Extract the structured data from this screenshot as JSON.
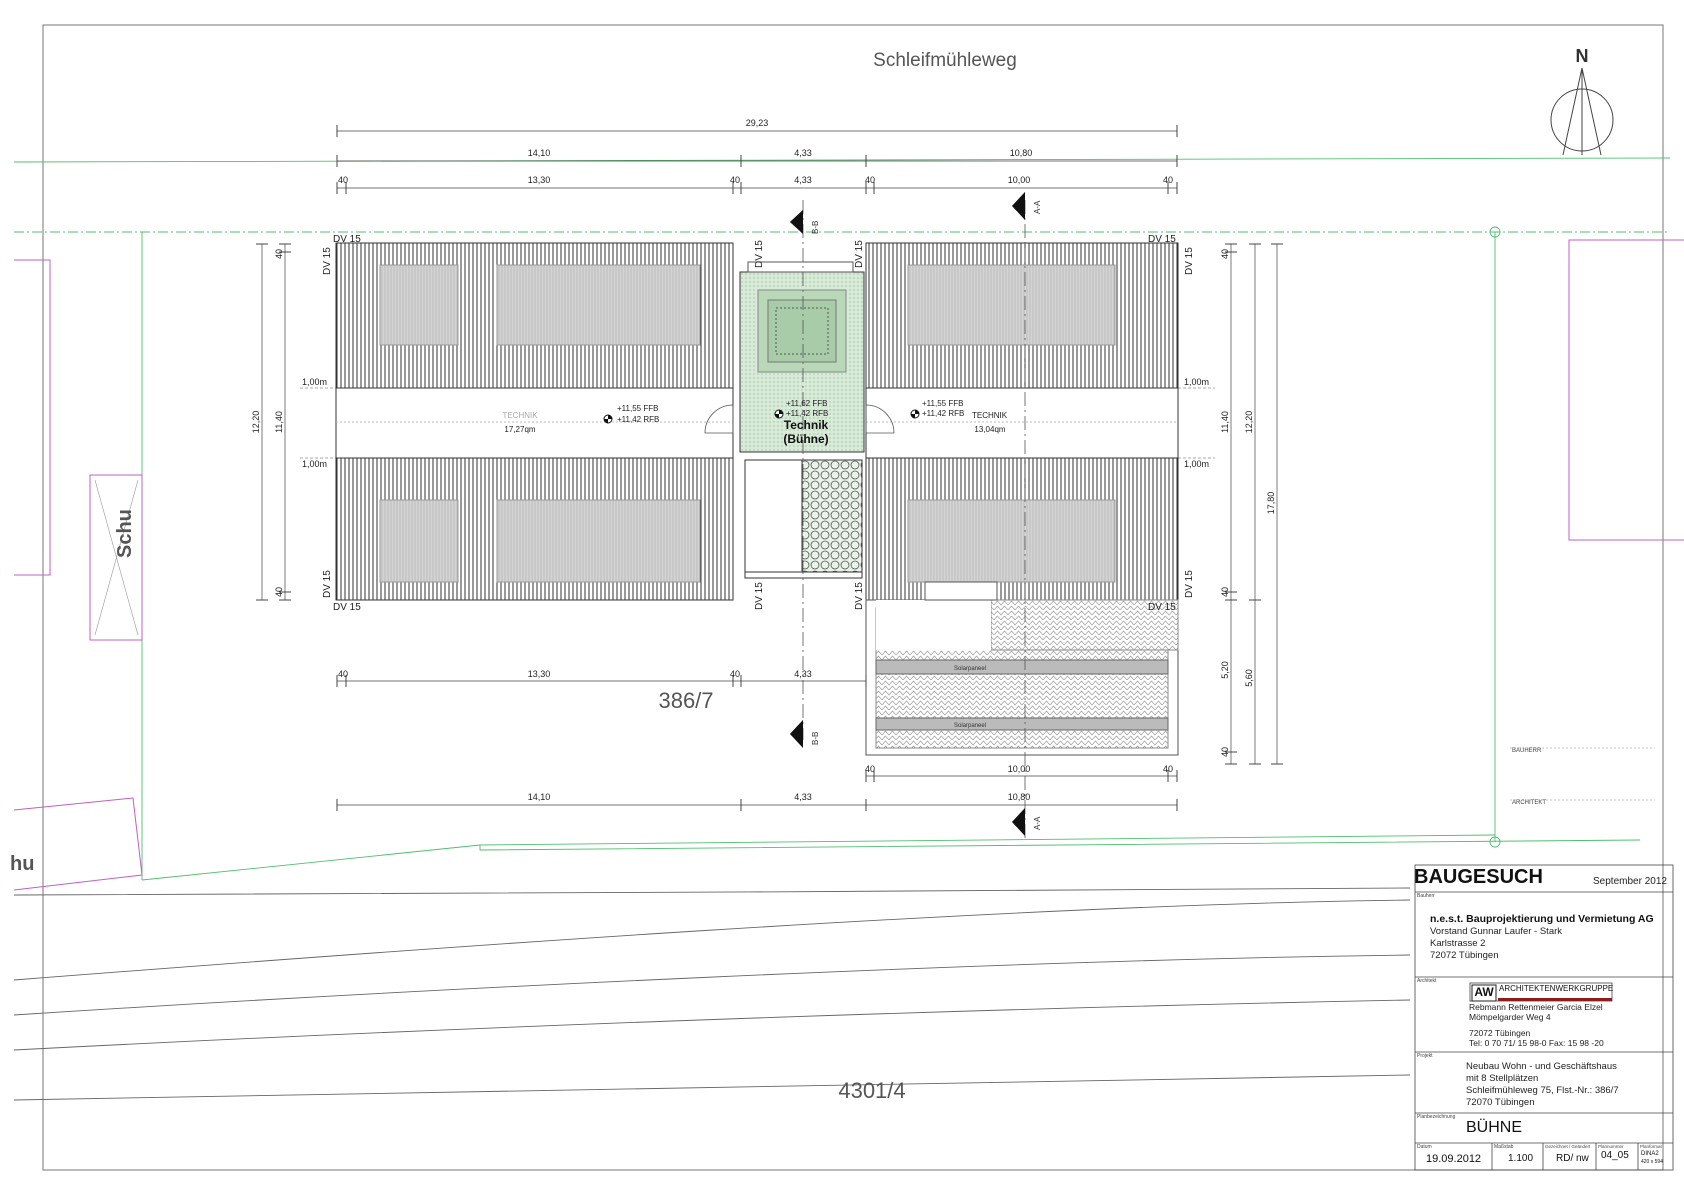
{
  "plan": {
    "street": "Schleifmühleweg",
    "north": "N",
    "parcel_main": "386/7",
    "parcel_south": "4301/4",
    "neighbor_label": "Schu",
    "neighbor_label_2": "hu",
    "dims_top": {
      "overall": "29,23",
      "west": "14,10",
      "mid": "4,33",
      "east": "10,80",
      "inner_west": "13,30",
      "inner_mid": "4,33",
      "inner_east": "10,00",
      "edge": "40"
    },
    "dims_bottom": {
      "inner_west": "13,30",
      "inner_mid": "4,33",
      "inner_east": "10,00",
      "west": "14,10",
      "mid": "4,33",
      "east": "10,80",
      "edge": "40"
    },
    "dims_side": {
      "outer": "12,20",
      "inner": "11,40",
      "edge": "40",
      "total": "17,80",
      "lower_a": "5,20",
      "lower_b": "5,60"
    },
    "section_bb": "B-B",
    "section_aa": "A-A",
    "eave": "DV 15",
    "corridor_width": "1,00m",
    "west_room": {
      "label": "TECHNIK",
      "area": "17,27qm",
      "ffb": "+11,55 FFB",
      "rfb": "+11,42 RFB"
    },
    "center_room": {
      "label": "Technik",
      "label2": "(Bühne)",
      "ffb": "+11,62 FFB",
      "rfb": "+11,42 RFB"
    },
    "east_room": {
      "label": "TECHNIK",
      "area": "13,04qm",
      "ffb": "+11,55 FFB",
      "rfb": "+11,42 RFB"
    },
    "solar_label": "Solarpaneel",
    "sign_bauherr": "BAUHERR",
    "sign_architekt": "ARCHITEKT"
  },
  "title_block": {
    "heading": "BAUGESUCH",
    "date_top": "September 2012",
    "bauherr_caption": "Bauherr",
    "client_name": "n.e.s.t. Bauprojektierung und Vermietung AG",
    "client_line2": "Vorstand Gunnar Laufer - Stark",
    "client_line3": "Karlstrasse 2",
    "client_line4": "72072 Tübingen",
    "architekt_caption": "Architekt",
    "arch_logo": "AW",
    "arch_firm": "ARCHITEKTENWERKGRUPPE",
    "arch_line1": "Rebmann  Rettenmeier  Garcia Elzel",
    "arch_line2": "Mömpelgarder Weg 4",
    "arch_line3": "72072 Tübingen",
    "arch_line4": "Tel: 0 70 71/ 15 98-0  Fax: 15 98 -20",
    "projekt_caption": "Projekt",
    "project_line1": "Neubau Wohn - und Geschäftshaus",
    "project_line2": "mit 8 Stellplätzen",
    "project_line3": "Schleifmühleweg 75, Flst.-Nr.: 386/7",
    "project_line4": "72070 Tübingen",
    "plan_caption": "Planbezeichnung",
    "plan_name": "BÜHNE",
    "date_caption": "Datum",
    "date": "19.09.2012",
    "scale_caption": "Maßstab",
    "scale": "1.100",
    "drawn_caption": "Gezeichnet / Geändert",
    "drawn": "RD/ nw",
    "plannr_caption": "Plannummer",
    "plannr": "04_05",
    "format_caption": "Planformat",
    "format": "DINA2",
    "format_size": "420 x 594"
  },
  "colors": {
    "line": "#333333",
    "dim": "#444444",
    "green": "#4fbf6f",
    "magenta": "#c060c0",
    "greenroof": "#cfe6cf"
  }
}
